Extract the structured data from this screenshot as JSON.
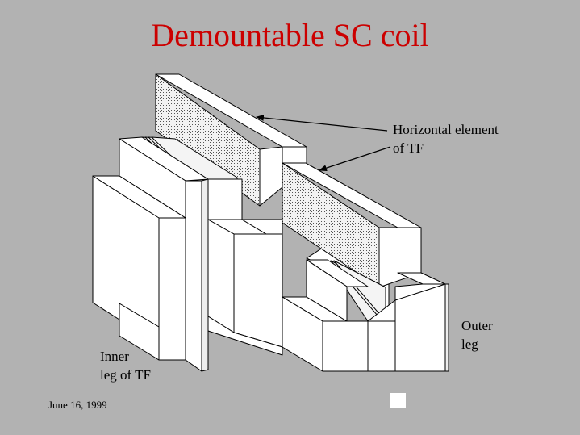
{
  "slide": {
    "title": "Demountable SC coil",
    "title_color": "#cc0000",
    "background_color": "#b2b2b2",
    "date": "June 16, 1999"
  },
  "labels": {
    "horizontal_element": [
      "Horizontal element",
      "of TF"
    ],
    "outer_leg": [
      "Outer",
      "leg"
    ],
    "inner_leg": [
      "Inner",
      "leg of TF"
    ]
  }
}
